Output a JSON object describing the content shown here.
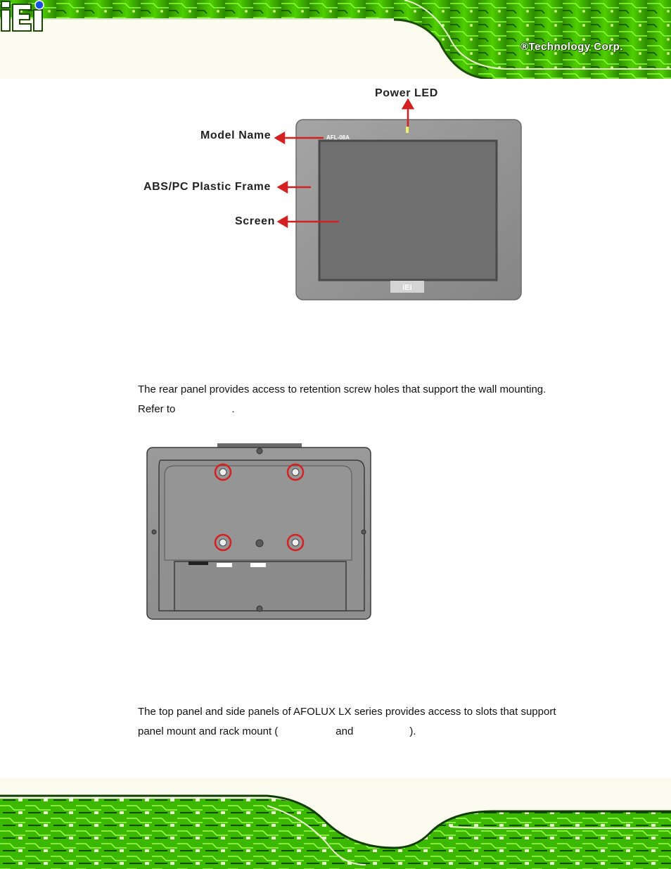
{
  "header": {
    "brand_text": "®Technology Corp.",
    "logo_letters": "iEi"
  },
  "front_panel": {
    "labels": {
      "power_led": "Power LED",
      "model_name": "Model Name",
      "frame": "ABS/PC Plastic Frame",
      "screen": "Screen"
    },
    "model_marking": "AFL-08A",
    "bezel_logo": "iEi"
  },
  "paragraphs": {
    "rear_panel_line1": "The rear panel provides access to retention screw holes that support the wall mounting.",
    "rear_panel_line2_start": "Refer to",
    "rear_panel_line2_end": ".",
    "top_panel_line1": "The top panel and side panels of AFOLUX LX series provides access to slots that support",
    "top_panel_line2_start": "panel mount and rack mount (",
    "top_panel_line2_mid": "and",
    "top_panel_line2_end": ")."
  },
  "colors": {
    "pcb_green": "#3fbf00",
    "pcb_dark": "#0f3d00",
    "arrow_red": "#d42020",
    "bezel_grey": "#8c8c8c",
    "screen_grey": "#6f6f6f",
    "led_yellow": "#f0f070"
  }
}
